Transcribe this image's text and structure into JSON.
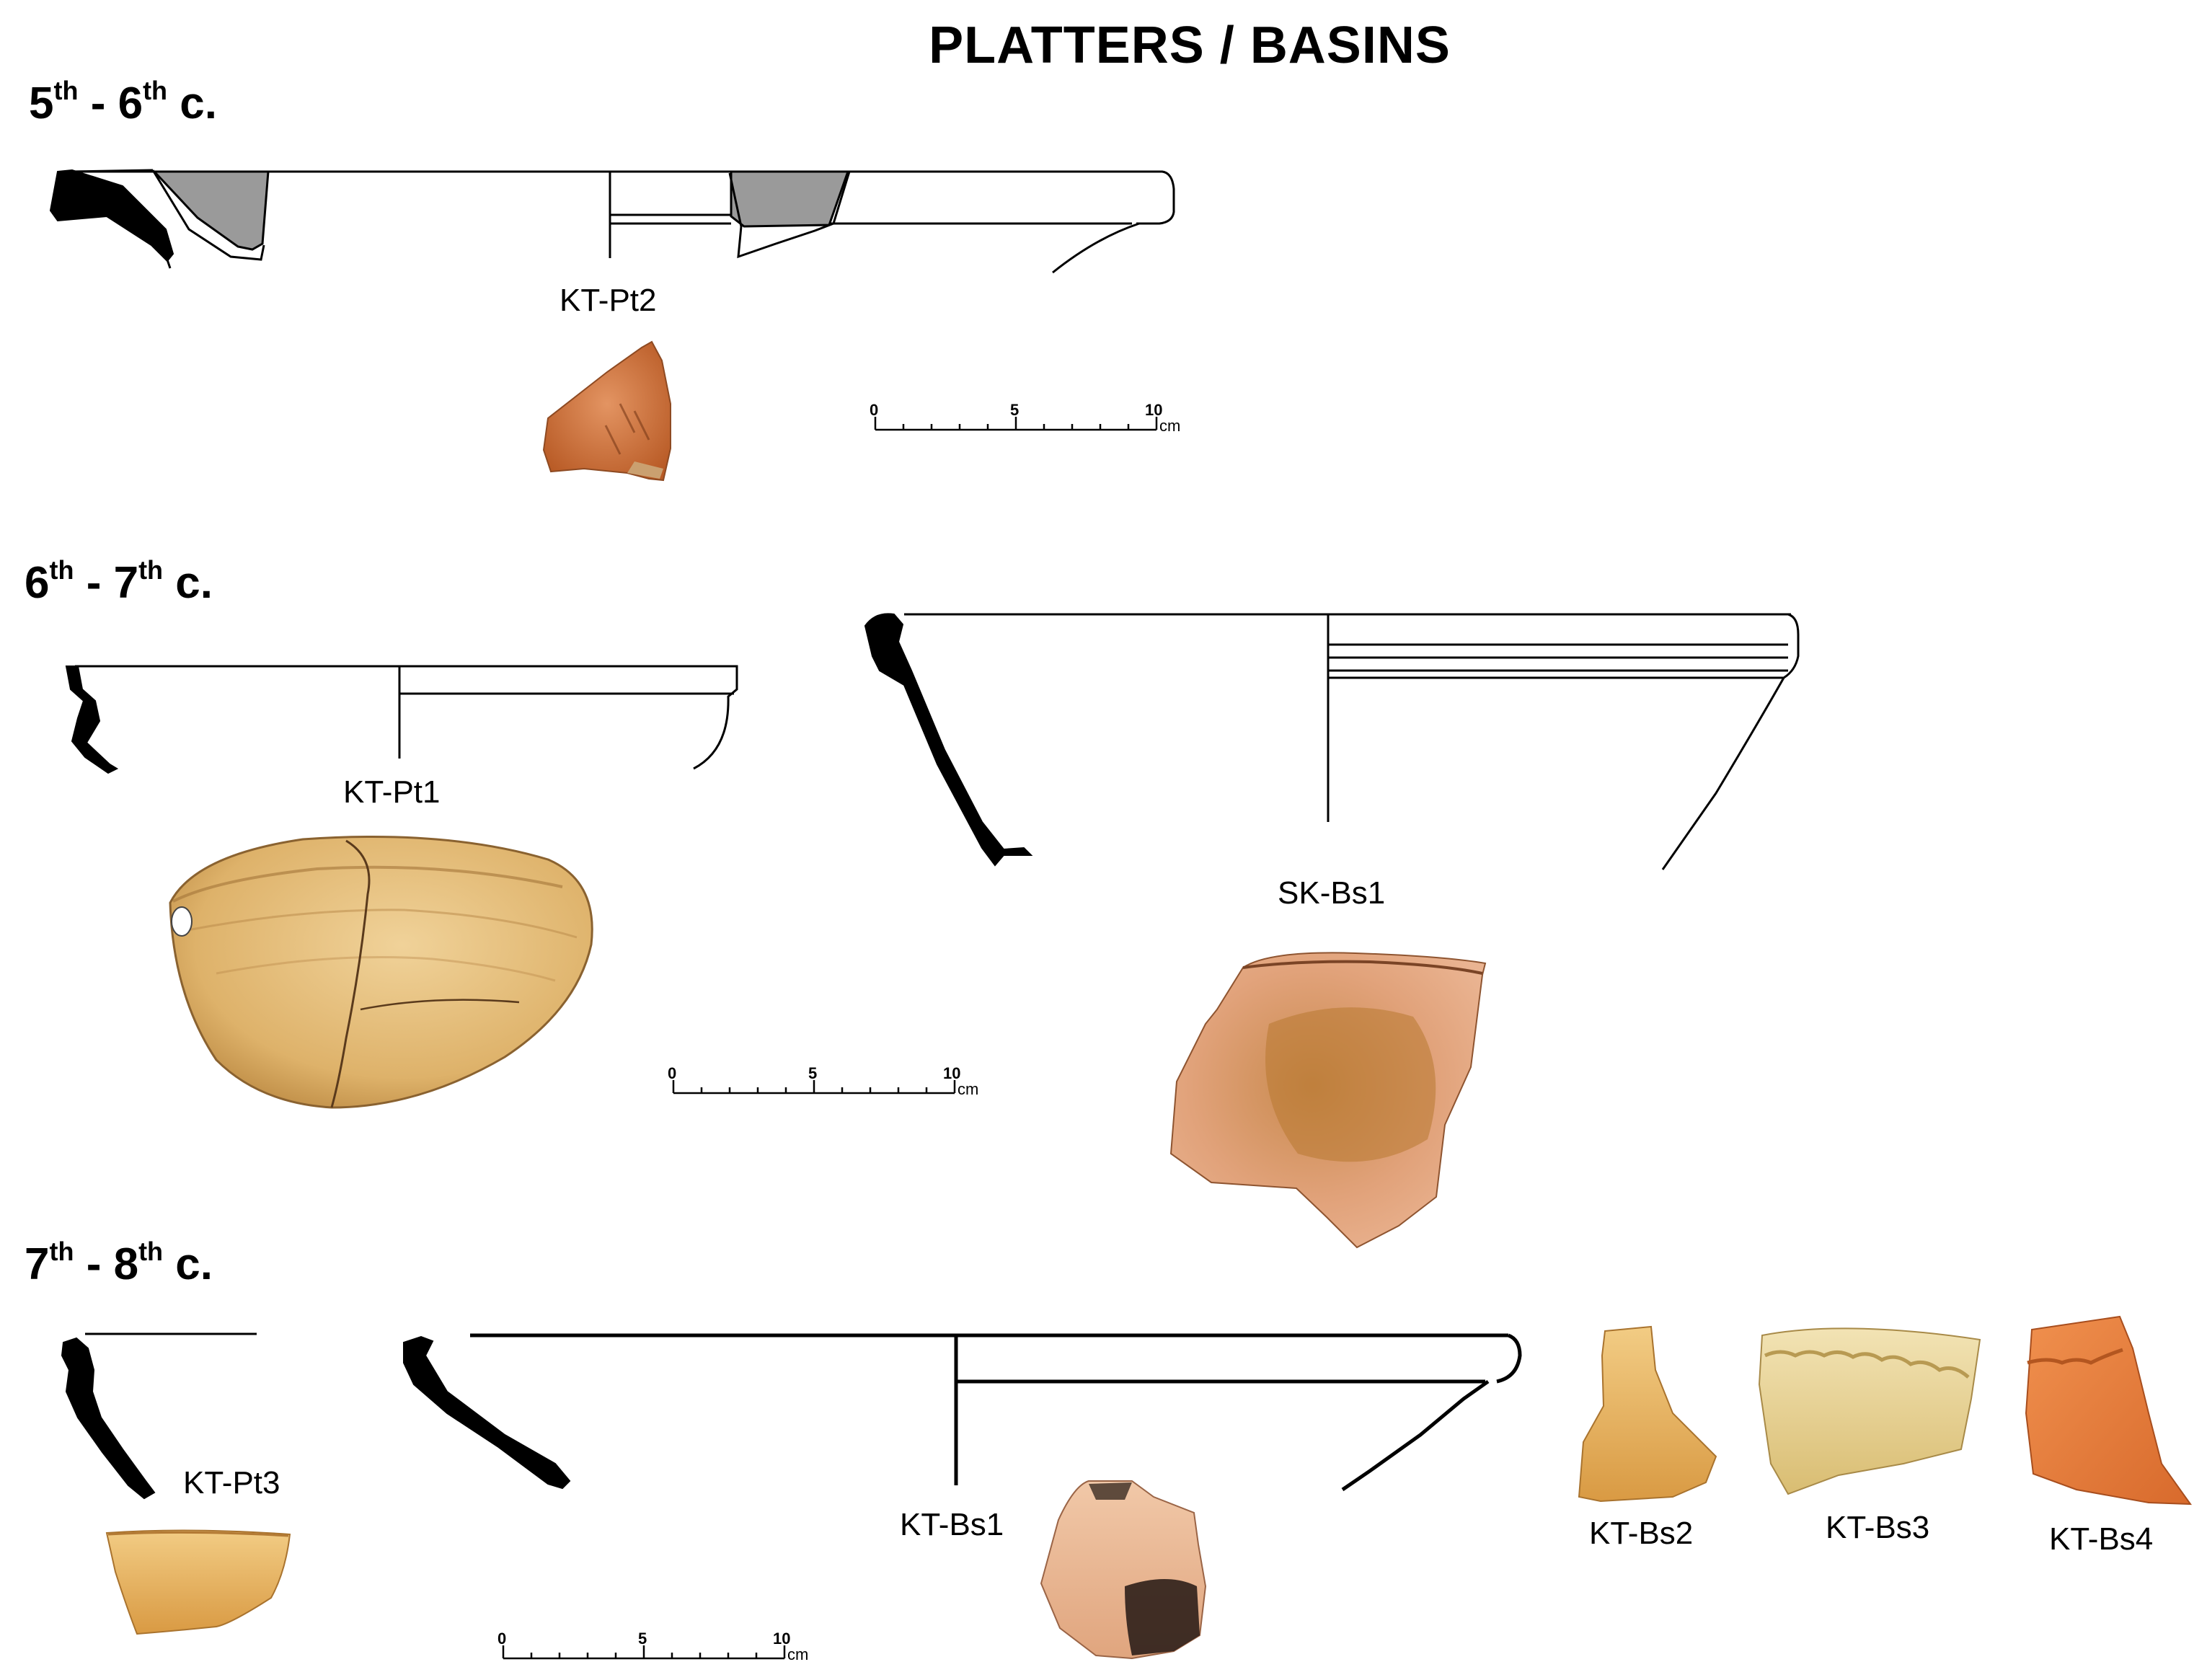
{
  "title": "PLATTERS / BASINS",
  "periods": [
    {
      "start": "5",
      "start_sup": "th",
      "sep": " - ",
      "end": "6",
      "end_sup": "th",
      "suffix": " c."
    },
    {
      "start": "6",
      "start_sup": "th",
      "sep": " - ",
      "end": "7",
      "end_sup": "th",
      "suffix": " c."
    },
    {
      "start": "7",
      "start_sup": "th",
      "sep": " - ",
      "end": "8",
      "end_sup": "th",
      "suffix": " c."
    }
  ],
  "labels": {
    "kt_pt2": "KT-Pt2",
    "kt_pt1": "KT-Pt1",
    "sk_bs1": "SK-Bs1",
    "kt_pt3": "KT-Pt3",
    "kt_bs1": "KT-Bs1",
    "kt_bs2": "KT-Bs2",
    "kt_bs3": "KT-Bs3",
    "kt_bs4": "KT-Bs4"
  },
  "scale_bar": {
    "ticks": [
      "0",
      "5",
      "10"
    ],
    "unit": "cm"
  },
  "colors": {
    "section_fill": "#000000",
    "grey_section": "#9a9a9a",
    "sherd_orange": "#d27a3e",
    "sherd_buff": "#e8c17c",
    "sherd_cream": "#e6d49a",
    "sherd_red": "#e07a3a"
  }
}
